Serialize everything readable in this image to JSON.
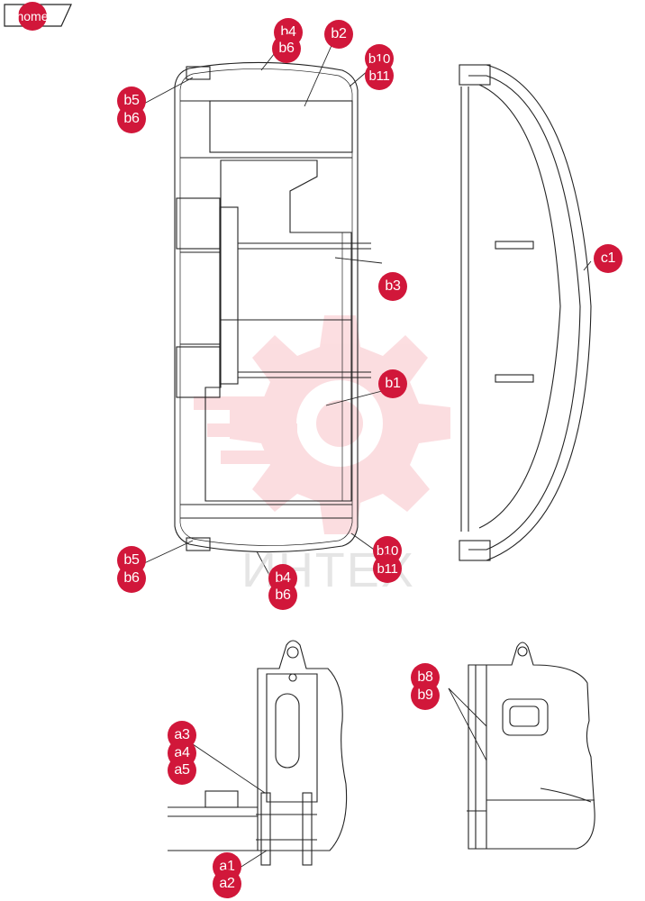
{
  "nav": {
    "home_label": "home"
  },
  "watermark": {
    "text": "ИНТЕХ",
    "color": "#f06a78"
  },
  "colors": {
    "marker": "#d1173a",
    "line": "#222222"
  },
  "callouts": [
    {
      "id": "m-b4-top",
      "label": "b4"
    },
    {
      "id": "m-b6-top",
      "label": "b6"
    },
    {
      "id": "m-b2",
      "label": "b2"
    },
    {
      "id": "m-b10-top",
      "label": "b10"
    },
    {
      "id": "m-b11-top",
      "label": "b11"
    },
    {
      "id": "m-b5-top",
      "label": "b5"
    },
    {
      "id": "m-b6-left",
      "label": "b6"
    },
    {
      "id": "m-c1",
      "label": "c1"
    },
    {
      "id": "m-b3",
      "label": "b3"
    },
    {
      "id": "m-b1",
      "label": "b1"
    },
    {
      "id": "m-b5-bot",
      "label": "b5"
    },
    {
      "id": "m-b6-botleft",
      "label": "b6"
    },
    {
      "id": "m-b10-bot",
      "label": "b10"
    },
    {
      "id": "m-b11-bot",
      "label": "b11"
    },
    {
      "id": "m-b4-bot",
      "label": "b4"
    },
    {
      "id": "m-b6-bot",
      "label": "b6"
    },
    {
      "id": "m-b8",
      "label": "b8"
    },
    {
      "id": "m-b9",
      "label": "b9"
    },
    {
      "id": "m-a3",
      "label": "a3"
    },
    {
      "id": "m-a4",
      "label": "a4"
    },
    {
      "id": "m-a5",
      "label": "a5"
    },
    {
      "id": "m-a1",
      "label": "a1"
    },
    {
      "id": "m-a2",
      "label": "a2"
    }
  ]
}
